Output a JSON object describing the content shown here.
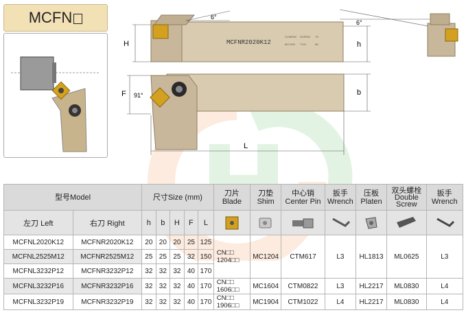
{
  "product": {
    "code": "MCFN",
    "tool_marking": "MCFNR2020K12",
    "stamp_lines": [
      "CCMR/W",
      "SCREW",
      "T5",
      "MC1204",
      "T1X1",
      "ML"
    ]
  },
  "drawing": {
    "dim_H": "H",
    "dim_h": "h",
    "dim_F": "F",
    "dim_b": "b",
    "dim_L": "L",
    "angle_6a": "6°",
    "angle_6b": "6°",
    "angle_91": "91°"
  },
  "table": {
    "headers": {
      "model": "型号Model",
      "size": "尺寸Size (mm)",
      "blade": [
        "刀片",
        "Blade"
      ],
      "shim": [
        "刀垫",
        "Shim"
      ],
      "pin": [
        "中心销",
        "Center Pin"
      ],
      "wrench1": [
        "扳手",
        "Wrench"
      ],
      "platen": [
        "压板",
        "Platen"
      ],
      "screw": [
        "双头螺栓",
        "Double",
        "Screw"
      ],
      "wrench2": [
        "扳手",
        "Wrench"
      ]
    },
    "subheaders": {
      "left": "左刀 Left",
      "right": "右刀 Right",
      "h": "h",
      "b": "b",
      "H": "H",
      "F": "F",
      "L": "L"
    },
    "icons": [
      "insert-icon",
      "shim-icon",
      "center-pin-icon",
      "hex-key-icon",
      "platen-icon",
      "double-screw-icon",
      "wrench-icon"
    ],
    "rows": [
      {
        "left": "MCFNL2020K12",
        "right": "MCFNR2020K12",
        "h": "20",
        "b": "20",
        "H": "20",
        "F": "25",
        "L": "125"
      },
      {
        "left": "MCFNL2525M12",
        "right": "MCFNR2525M12",
        "h": "25",
        "b": "25",
        "H": "25",
        "F": "32",
        "L": "150"
      },
      {
        "left": "MCFNL3232P12",
        "right": "MCFNR3232P12",
        "h": "32",
        "b": "32",
        "H": "32",
        "F": "40",
        "L": "170"
      },
      {
        "left": "MCFNL3232P16",
        "right": "MCFNR3232P16",
        "h": "32",
        "b": "32",
        "H": "32",
        "F": "40",
        "L": "170"
      },
      {
        "left": "MCFNL3232P19",
        "right": "MCFNR3232P19",
        "h": "32",
        "b": "32",
        "H": "32",
        "F": "40",
        "L": "170"
      }
    ],
    "groups": [
      {
        "blade": [
          "CN□□",
          "1204□□"
        ],
        "shim": "MC1204",
        "pin": "CTM617",
        "wrench": "L3",
        "platen": "HL1813",
        "screw": "ML0625",
        "wrench2": "L3"
      },
      {
        "blade": [
          "CN□□",
          "1606□□"
        ],
        "shim": "MC1604",
        "pin": "CTM0822",
        "wrench": "L3",
        "platen": "HL2217",
        "screw": "ML0830",
        "wrench2": "L4"
      },
      {
        "blade": [
          "CN□□",
          "1906□□"
        ],
        "shim": "MC1904",
        "pin": "CTM1022",
        "wrench": "L4",
        "platen": "HL2217",
        "screw": "ML0830",
        "wrench2": "L4"
      }
    ]
  }
}
